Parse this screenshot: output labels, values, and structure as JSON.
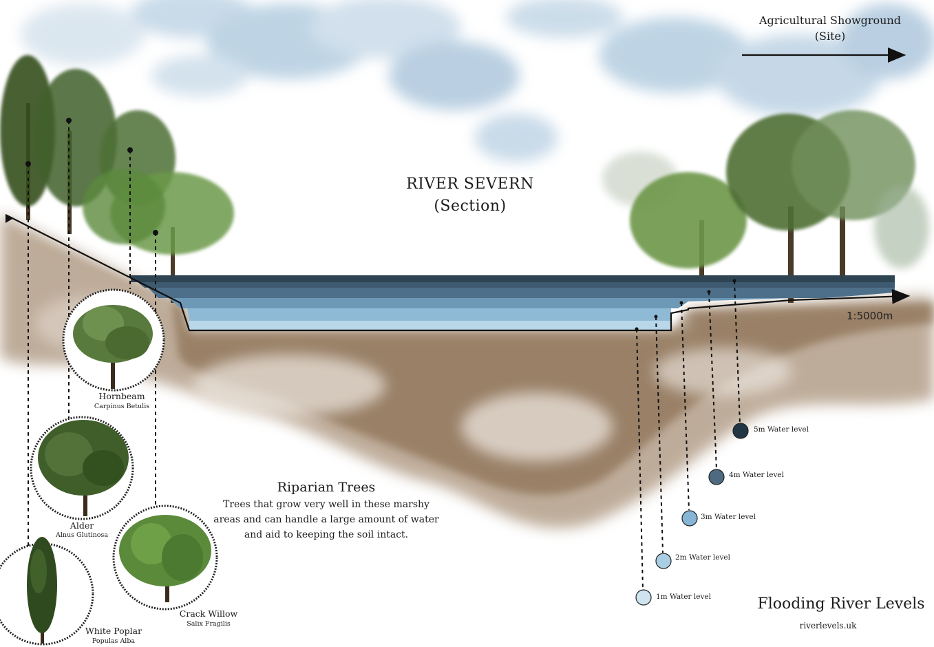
{
  "title": {
    "line1": "RIVER SEVERN",
    "line2": "(Section)"
  },
  "site": {
    "line1": "Agricultural Showground",
    "line2": "(Site)"
  },
  "scale": "1:5000m",
  "riparian": {
    "heading": "Riparian Trees",
    "lines": [
      "Trees that grow very well in these marshy",
      "areas and can handle a large amount of water",
      "and aid to keeping the soil intact."
    ]
  },
  "water_levels": [
    {
      "label": "1m Water level",
      "color": "#cfe4ef"
    },
    {
      "label": "2m Water level",
      "color": "#a9cde3"
    },
    {
      "label": "3m Water level",
      "color": "#86b5d6"
    },
    {
      "label": "4m Water level",
      "color": "#4d6a80"
    },
    {
      "label": "5m Water level",
      "color": "#233645"
    }
  ],
  "trees": [
    {
      "name": "Hornbeam",
      "latin": "Carpinus Betulis",
      "icon": "hornbeam-tree-icon"
    },
    {
      "name": "Alder",
      "latin": "Alnus Glutinosa",
      "icon": "alder-tree-icon"
    },
    {
      "name": "Crack Willow",
      "latin": "Salix Fragilis",
      "icon": "willow-tree-icon"
    },
    {
      "name": "White Poplar",
      "latin": "Populas Alba",
      "icon": "poplar-tree-icon"
    }
  ],
  "footer": {
    "heading": "Flooding River Levels",
    "source": "riverlevels.uk"
  },
  "colors": {
    "water_dark": "#2f4453",
    "water_mid": "#5f88a7",
    "water_light": "#a7cbe0",
    "soil": "#8a6a49",
    "foliage": "#4d6f36",
    "cloud": "#a9c6dc"
  }
}
